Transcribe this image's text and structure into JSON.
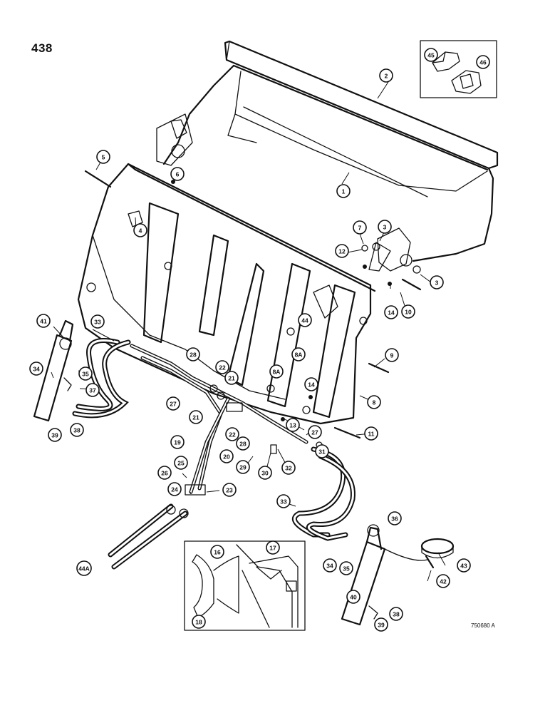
{
  "page_number": "438",
  "drawing_code": "750680 A",
  "callouts": [
    {
      "id": "1"
    },
    {
      "id": "2"
    },
    {
      "id": "3"
    },
    {
      "id": "3"
    },
    {
      "id": "4"
    },
    {
      "id": "5"
    },
    {
      "id": "6"
    },
    {
      "id": "7"
    },
    {
      "id": "8"
    },
    {
      "id": "8A"
    },
    {
      "id": "8A"
    },
    {
      "id": "9"
    },
    {
      "id": "10"
    },
    {
      "id": "11"
    },
    {
      "id": "12"
    },
    {
      "id": "13"
    },
    {
      "id": "14"
    },
    {
      "id": "14"
    },
    {
      "id": "16"
    },
    {
      "id": "17"
    },
    {
      "id": "18"
    },
    {
      "id": "19"
    },
    {
      "id": "20"
    },
    {
      "id": "21"
    },
    {
      "id": "21"
    },
    {
      "id": "22"
    },
    {
      "id": "22"
    },
    {
      "id": "23"
    },
    {
      "id": "24"
    },
    {
      "id": "25"
    },
    {
      "id": "26"
    },
    {
      "id": "27"
    },
    {
      "id": "27"
    },
    {
      "id": "28"
    },
    {
      "id": "28"
    },
    {
      "id": "29"
    },
    {
      "id": "30"
    },
    {
      "id": "31"
    },
    {
      "id": "32"
    },
    {
      "id": "33"
    },
    {
      "id": "33"
    },
    {
      "id": "34"
    },
    {
      "id": "34"
    },
    {
      "id": "35"
    },
    {
      "id": "35"
    },
    {
      "id": "36"
    },
    {
      "id": "37"
    },
    {
      "id": "38"
    },
    {
      "id": "38"
    },
    {
      "id": "39"
    },
    {
      "id": "39"
    },
    {
      "id": "40"
    },
    {
      "id": "41"
    },
    {
      "id": "42"
    },
    {
      "id": "43"
    },
    {
      "id": "44"
    },
    {
      "id": "44A"
    },
    {
      "id": "45"
    },
    {
      "id": "46"
    }
  ]
}
